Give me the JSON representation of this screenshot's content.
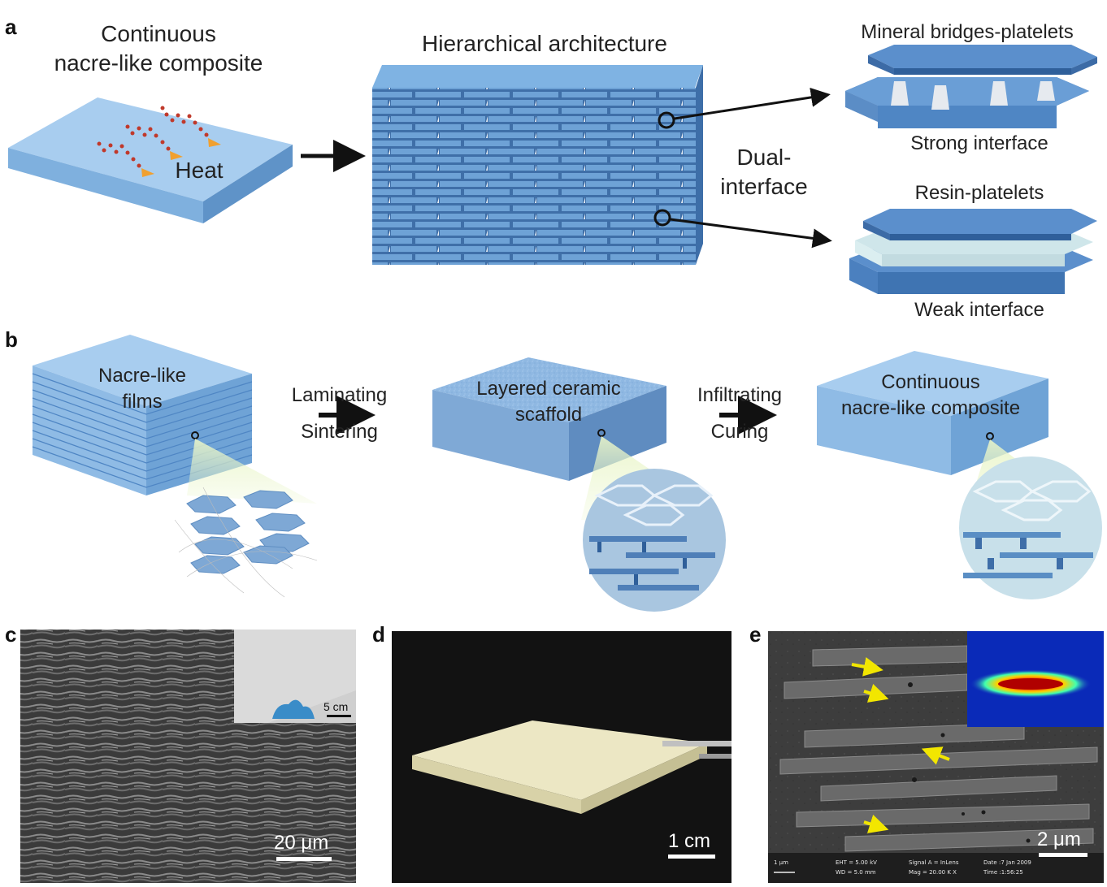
{
  "panels": {
    "a": {
      "letter": "a",
      "title_left_line1": "Continuous",
      "title_left_line2": "nacre-like composite",
      "heat_label": "Heat",
      "title_center": "Hierarchical architecture",
      "dual_line1": "Dual-",
      "dual_line2": "interface",
      "top_right_title": "Mineral bridges-platelets",
      "top_right_caption": "Strong interface",
      "bottom_right_title": "Resin-platelets",
      "bottom_right_caption": "Weak interface"
    },
    "b": {
      "letter": "b",
      "films_line1": "Nacre-like",
      "films_line2": "films",
      "step1_line1": "Laminating",
      "step1_line2": "Sintering",
      "scaffold_line1": "Layered ceramic",
      "scaffold_line2": "scaffold",
      "step2_line1": "Infiltrating",
      "step2_line2": "Curing",
      "composite_line1": "Continuous",
      "composite_line2": "nacre-like composite"
    },
    "c": {
      "letter": "c",
      "scale": "20 μm",
      "inset_scale": "5 cm"
    },
    "d": {
      "letter": "d",
      "scale": "1 cm"
    },
    "e": {
      "letter": "e",
      "scale": "2 μm",
      "footer_scale": "1 μm",
      "footer_eht": "EHT = 5.00 kV",
      "footer_wd": "WD = 5.0 mm",
      "footer_signal": "Signal A = InLens",
      "footer_mag": "Mag = 20.00 K X",
      "footer_date": "Date :7 Jan 2009",
      "footer_time": "Time :1:56:25"
    }
  },
  "colors": {
    "block_top": "#9cc5ea",
    "block_side": "#6fa3d6",
    "platelet": "#4f86c4",
    "platelet_dark": "#2f5f9a",
    "resin": "#d8ecef",
    "heat_dot": "#c0392b",
    "heat_arrow": "#f0a030",
    "arrow": "#111111",
    "sem_bg": "#3a3a3a",
    "photo_bg": "#121212",
    "sample": "#ece7c4",
    "marker_arrow": "#f2e600"
  }
}
